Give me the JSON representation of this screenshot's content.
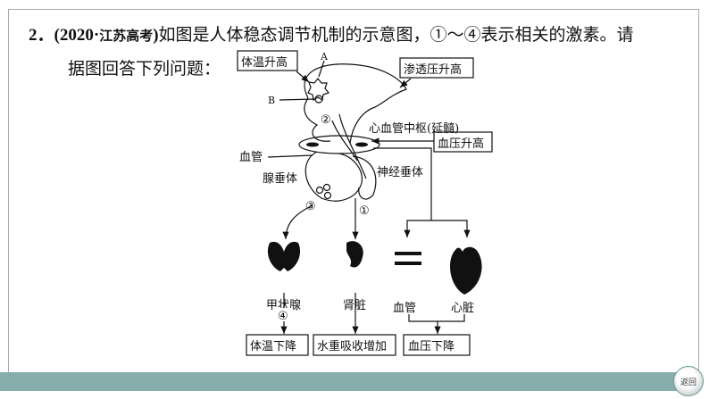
{
  "question": {
    "number": "2．",
    "source_open": "(2020·",
    "source": "江苏高考",
    "source_close": ")",
    "text_line1": "如图是人体稳态调节机制的示意图，①～④表示相关的激素。请",
    "text_line2": "据图回答下列问题："
  },
  "diagram": {
    "boxes": {
      "temp_rise": "体温升高",
      "osmotic_rise": "渗透压升高",
      "bp_rise": "血压升高",
      "temp_fall": "体温下降",
      "water_reabsorb": "水重吸收增加",
      "bp_fall": "血压下降"
    },
    "labels": {
      "A": "A",
      "B": "B",
      "h2": "②",
      "h3": "③",
      "h1": "①",
      "h4": "④",
      "cv_center": "心血管中枢(延髓)",
      "vessel": "血管",
      "adenohypophysis": "腺垂体",
      "neurohypophysis": "神经垂体",
      "thyroid": "甲状腺",
      "kidney": "肾脏",
      "vessel2": "血管",
      "heart": "心脏"
    }
  },
  "nav": {
    "return_label": "返回"
  }
}
